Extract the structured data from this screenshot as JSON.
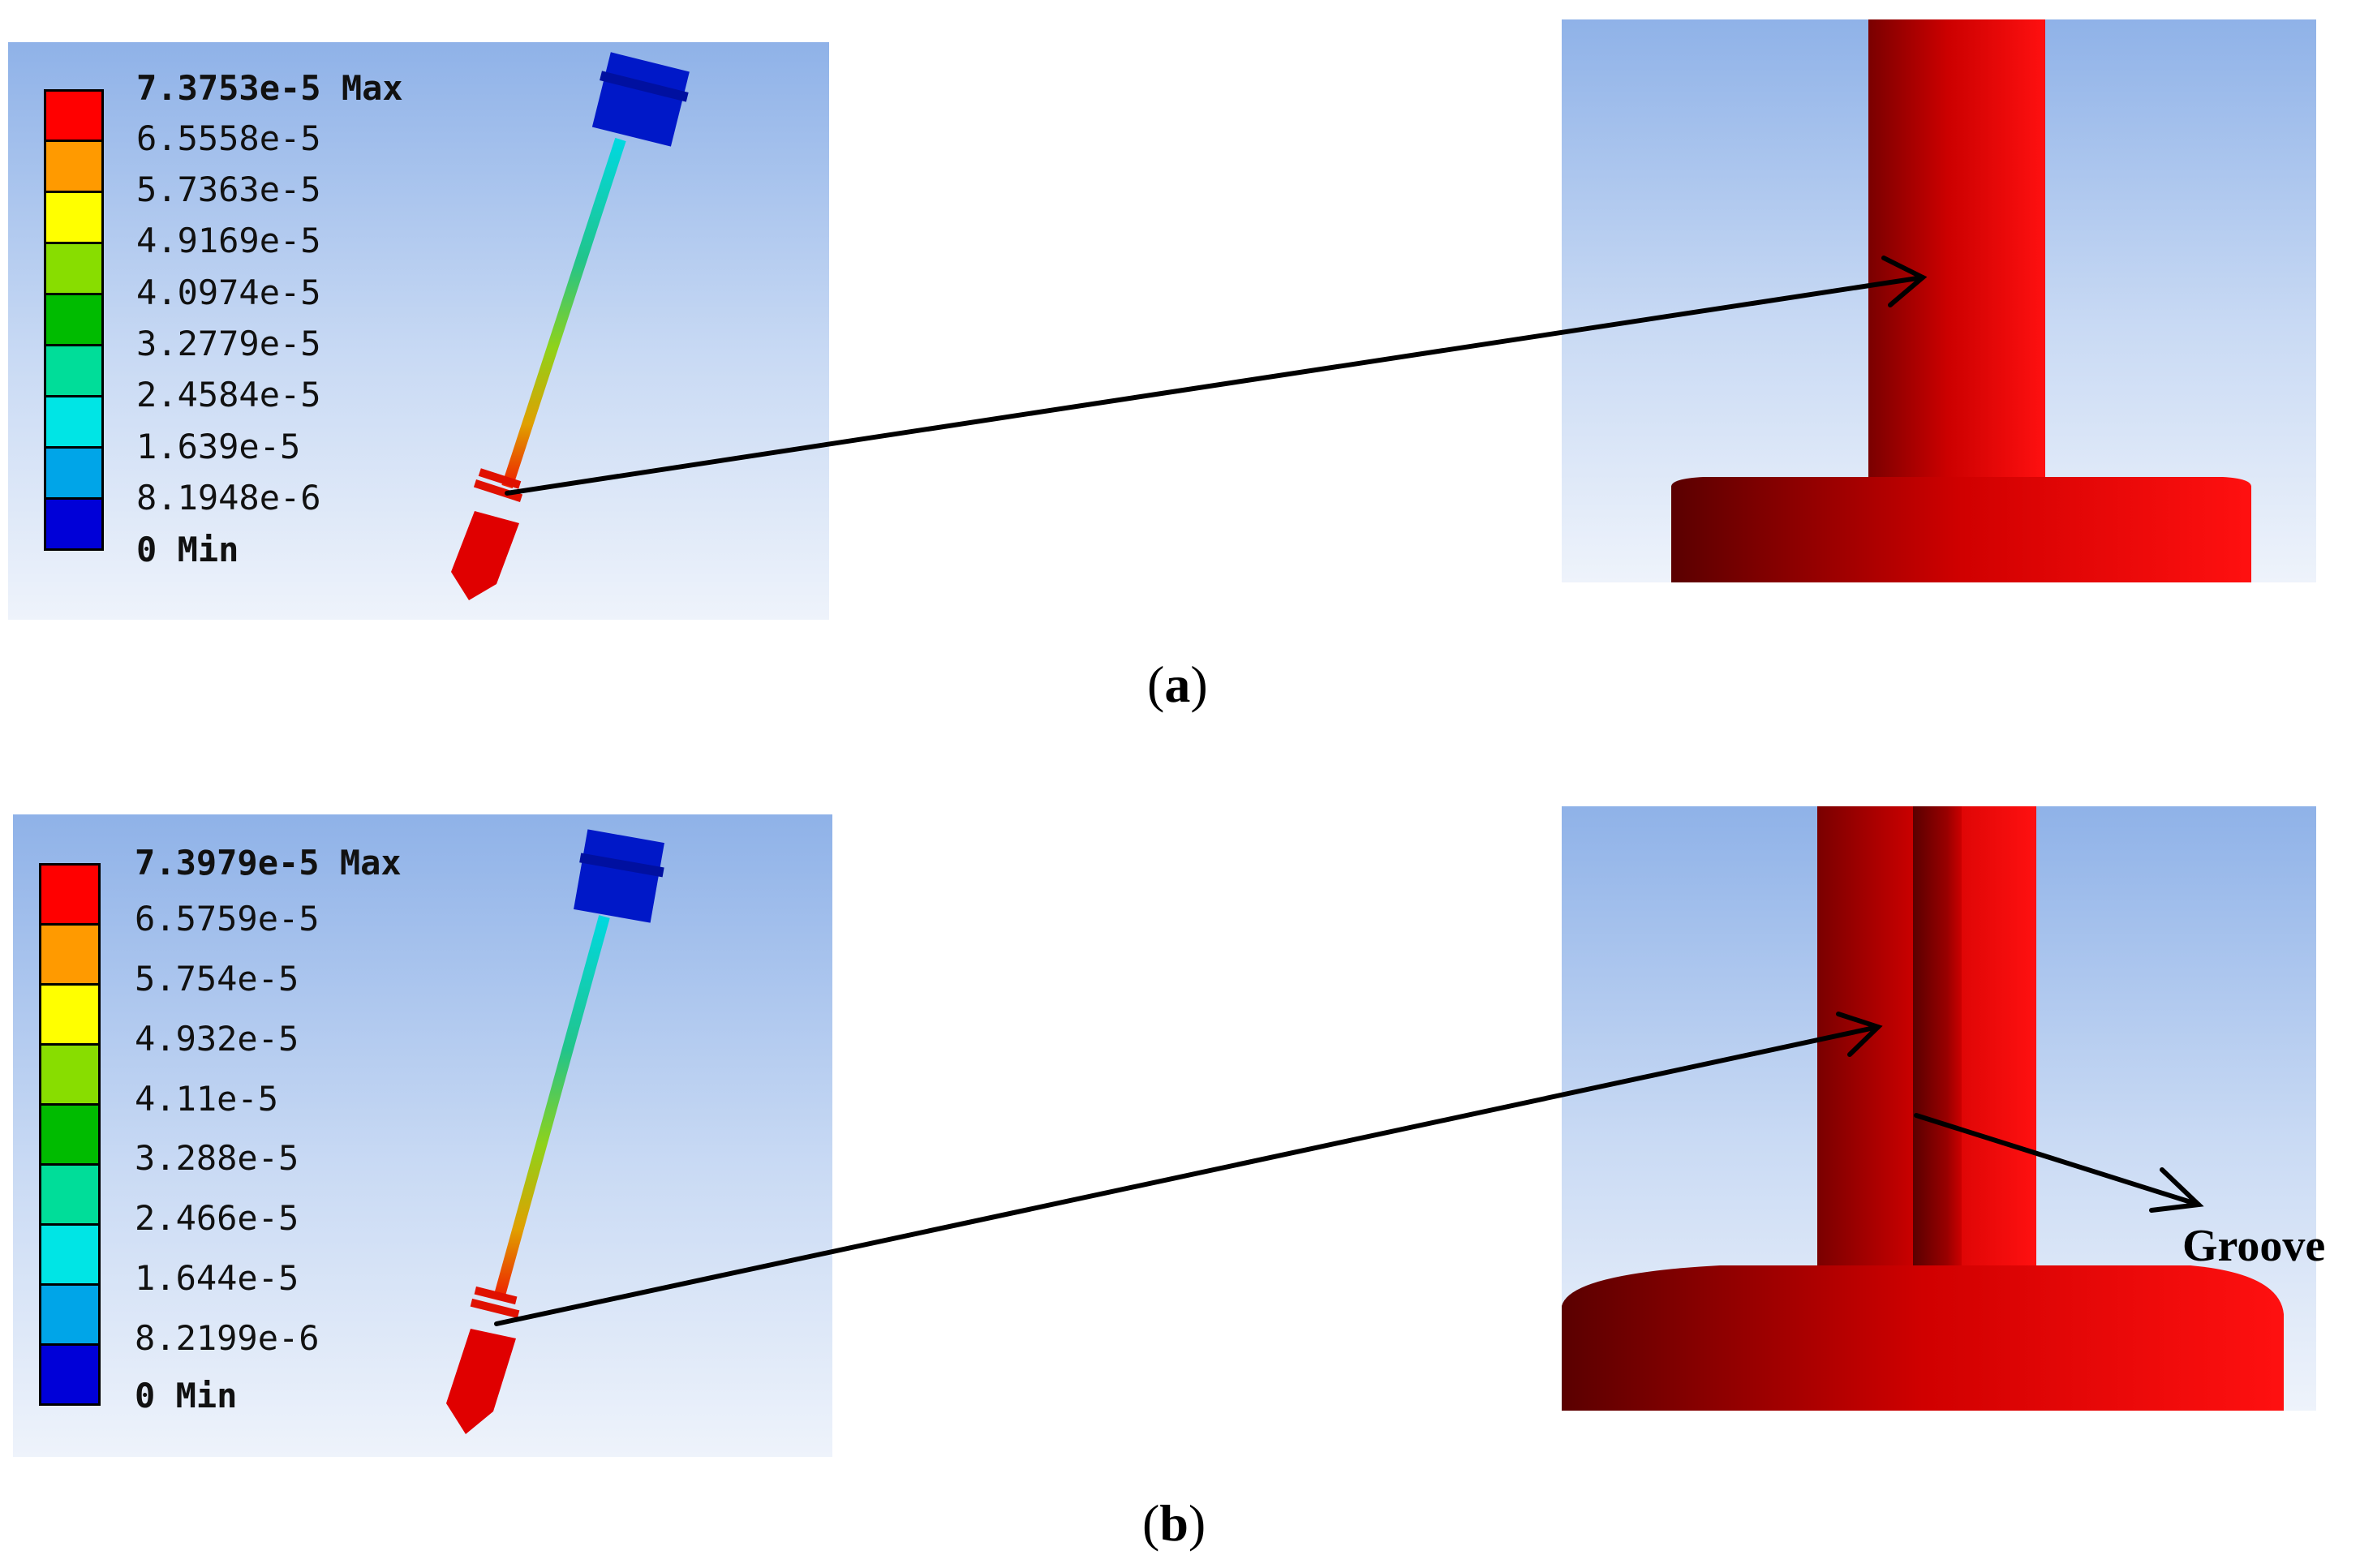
{
  "figure": {
    "subfigures": [
      {
        "id": "a",
        "caption": "a",
        "legend": {
          "labels": [
            "7.3753e-5 Max",
            "6.5558e-5",
            "5.7363e-5",
            "4.9169e-5",
            "4.0974e-5",
            "3.2779e-5",
            "2.4584e-5",
            "1.639e-5",
            "8.1948e-6",
            "0 Min"
          ],
          "colors": [
            "#ff0000",
            "#ff9a00",
            "#ffff00",
            "#88dd00",
            "#00bb00",
            "#00dd99",
            "#00e5e5",
            "#00a5e8",
            "#0000d8"
          ]
        }
      },
      {
        "id": "b",
        "caption": "b",
        "legend": {
          "labels": [
            "7.3979e-5 Max",
            "6.5759e-5",
            "5.754e-5",
            "4.932e-5",
            "4.11e-5",
            "3.288e-5",
            "2.466e-5",
            "1.644e-5",
            "8.2199e-6",
            "0 Min"
          ],
          "colors": [
            "#ff0000",
            "#ff9a00",
            "#ffff00",
            "#88dd00",
            "#00bb00",
            "#00dd99",
            "#00e5e5",
            "#00a5e8",
            "#0000d8"
          ]
        },
        "annotation": "Groove"
      }
    ]
  }
}
